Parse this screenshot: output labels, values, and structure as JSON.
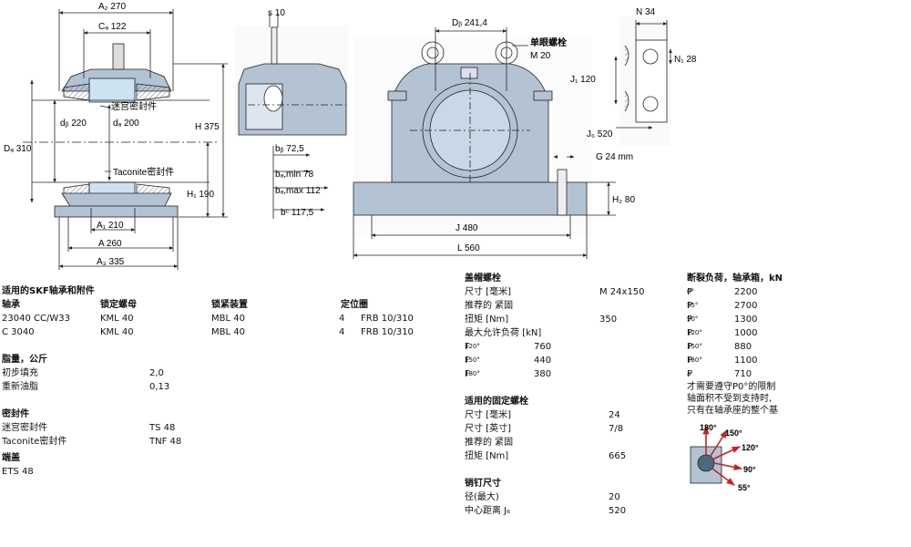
{
  "dims": {
    "a2": "A₂ 270",
    "ca": "Cₐ 122",
    "db": "dᵦ 220",
    "da": "dₐ 200",
    "Da": "Dₐ 310",
    "H": "H 375",
    "H1": "H₁ 190",
    "A1": "A₁ 210",
    "A": "A 260",
    "A3": "A₃ 335",
    "s": "s 10",
    "bb": "bᵦ 72,5",
    "bamin": "bₐ,min  78",
    "bamax": "bₐ,max  112",
    "bc": "bᶜ  117,5",
    "Db": "Dᵦ 241,4",
    "eyebolt_title": "单眼螺栓",
    "eyebolt_size": "M 20",
    "J": "J 480",
    "L": "L 560",
    "G": "G 24 mm",
    "H2": "H₂ 80",
    "N": "N 34",
    "N1": "N₁ 28",
    "J1": "J₁ 120",
    "J6": "J₆ 520",
    "labyrinth": "迷宫密封件",
    "taconite": "Taconite密封件"
  },
  "left": {
    "title": "适用的SKF轴承和附件",
    "headers": [
      "轴承",
      "锁定螺母",
      "锁紧装置",
      "定位圈"
    ],
    "rows": [
      [
        "23040 CC/W33",
        "KML 40",
        "MBL 40",
        "4",
        "FRB 10/310"
      ],
      [
        "C 3040",
        "KML 40",
        "MBL 40",
        "4",
        "FRB 10/310"
      ]
    ],
    "grease_title": "脂量，公斤",
    "grease": [
      [
        "初步填充",
        "2,0"
      ],
      [
        "重新油脂",
        "0,13"
      ]
    ],
    "seals_title": "密封件",
    "seals": [
      [
        "迷宫密封件",
        "TS 48"
      ],
      [
        "Taconite密封件",
        "TNF 48"
      ]
    ],
    "endcap_title": "端盖",
    "endcap": "ETS 48"
  },
  "middle": {
    "cap_title": "盖帽螺栓",
    "cap": [
      [
        "尺寸 [毫米]",
        "M 24x150"
      ],
      [
        "推荐的 紧固",
        ""
      ],
      [
        "扭矩 [Nm]",
        "350"
      ],
      [
        "最大允许负荷 [kN]",
        ""
      ]
    ],
    "cap_loads": [
      [
        "F",
        "120°",
        "760"
      ],
      [
        "F",
        "150°",
        "440"
      ],
      [
        "F",
        "180°",
        "380"
      ]
    ],
    "fix_title": "适用的固定螺栓",
    "fix": [
      [
        "尺寸 [毫米]",
        "24"
      ],
      [
        "尺寸 [英寸]",
        "7/8"
      ],
      [
        "推荐的 紧固",
        ""
      ],
      [
        "扭矩 [Nm]",
        "665"
      ]
    ],
    "pin_title": "销钉尺寸",
    "pin": [
      [
        "径(最大)",
        "20"
      ],
      [
        "中心距离 J₆",
        "520"
      ]
    ]
  },
  "right": {
    "title": "断裂负荷，轴承箱，kN",
    "loads": [
      [
        "P",
        "0°",
        "2200"
      ],
      [
        "P",
        "55°",
        "2700"
      ],
      [
        "P",
        "90°",
        "1300"
      ],
      [
        "P",
        "120°",
        "1000"
      ],
      [
        "P",
        "150°",
        "880"
      ],
      [
        "P",
        "180°",
        "1100"
      ],
      [
        "P",
        "a",
        "710"
      ]
    ],
    "note": [
      "才需要遵守P0°的限制",
      "轴面积不受到支持时,",
      "只有在轴承座的整个基"
    ],
    "angles": [
      "180°",
      "150°",
      "120°",
      "90°",
      "55°"
    ]
  },
  "colors": {
    "housing": "#b3c3d3",
    "insert": "#cde3f0",
    "line": "#222222",
    "arrow": "#cc2222"
  }
}
